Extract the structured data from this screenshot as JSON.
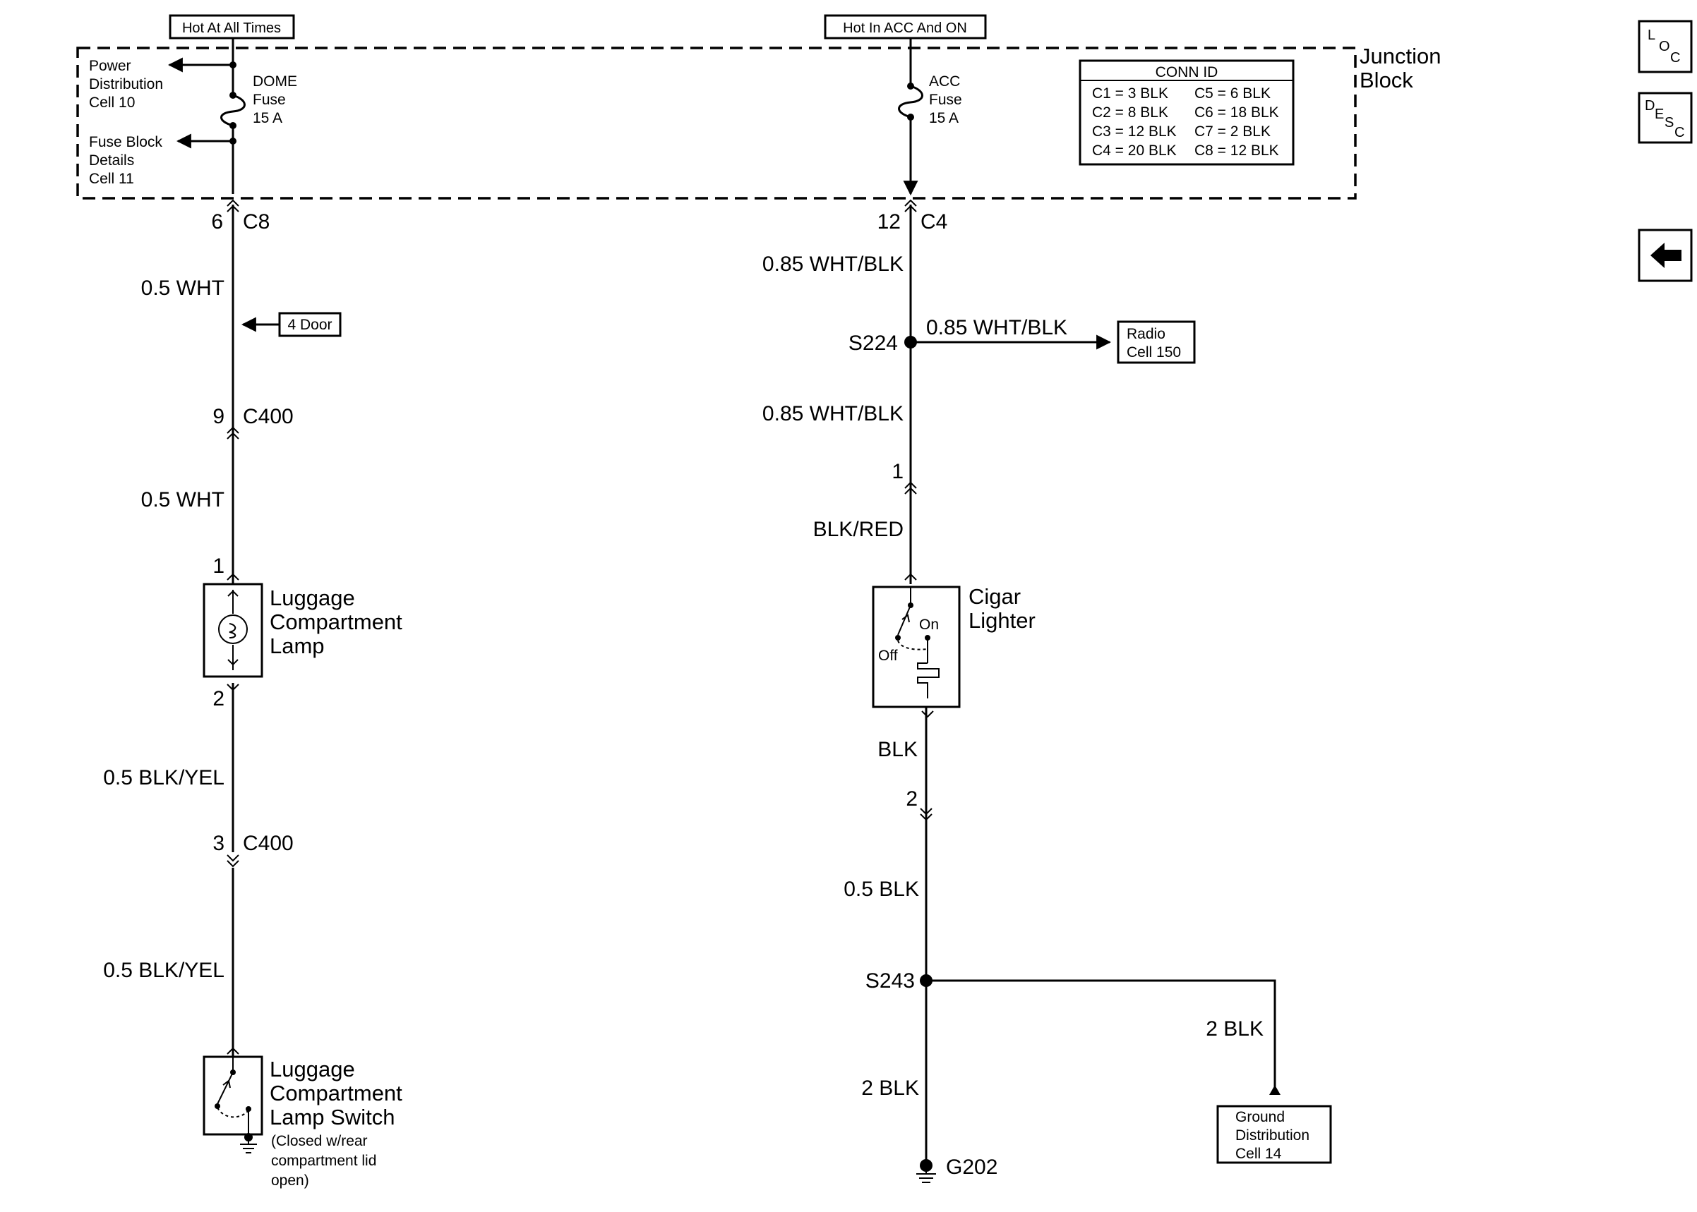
{
  "power_sources": {
    "left": "Hot At All Times",
    "right": "Hot In ACC And ON"
  },
  "junction_block": {
    "title_line1": "Junction",
    "title_line2": "Block",
    "power_dist_ref": [
      "Power",
      "Distribution",
      "Cell 10"
    ],
    "fuse_block_ref": [
      "Fuse Block",
      "Details",
      "Cell 11"
    ],
    "dome_fuse": [
      "DOME",
      "Fuse",
      "15 A"
    ],
    "acc_fuse": [
      "ACC",
      "Fuse",
      "15 A"
    ],
    "conn_id": {
      "header": "CONN ID",
      "rows": [
        [
          "C1 = 3 BLK",
          "C5 = 6 BLK"
        ],
        [
          "C2 = 8 BLK",
          "C6 = 18 BLK"
        ],
        [
          "C3 = 12 BLK",
          "C7 = 2 BLK"
        ],
        [
          "C4 = 20 BLK",
          "C8 = 12 BLK"
        ]
      ]
    }
  },
  "left_circuit": {
    "conn_c8_pin": "6",
    "conn_c8": "C8",
    "wire1": "0.5 WHT",
    "door_ref": "4 Door",
    "conn_c400_pin_a": "9",
    "conn_c400_a": "C400",
    "wire2": "0.5 WHT",
    "lamp_pin_in": "1",
    "lamp_label": [
      "Luggage",
      "Compartment",
      "Lamp"
    ],
    "lamp_pin_out": "2",
    "wire3": "0.5 BLK/YEL",
    "conn_c400_pin_b": "3",
    "conn_c400_b": "C400",
    "wire4": "0.5 BLK/YEL",
    "switch_label": [
      "Luggage",
      "Compartment",
      "Lamp Switch"
    ],
    "switch_note": [
      "(Closed w/rear",
      "compartment lid",
      "open)"
    ]
  },
  "right_circuit": {
    "conn_c4_pin": "12",
    "conn_c4": "C4",
    "wire1": "0.85 WHT/BLK",
    "splice1": "S224",
    "radio_wire": "0.85 WHT/BLK",
    "radio_ref": [
      "Radio",
      "Cell 150"
    ],
    "wire2": "0.85 WHT/BLK",
    "lighter_pin_in": "1",
    "wire3": "BLK/RED",
    "lighter_label": [
      "Cigar",
      "Lighter"
    ],
    "lighter_on": "On",
    "lighter_off": "Off",
    "wire4": "BLK",
    "lighter_pin_out": "2",
    "wire5": "0.5 BLK",
    "splice2": "S243",
    "ground_branch_wire": "2 BLK",
    "ground_ref": [
      "Ground",
      "Distribution",
      "Cell 14"
    ],
    "wire6": "2 BLK",
    "ground": "G202"
  },
  "nav": {
    "loc": [
      "L",
      "O",
      "C"
    ],
    "desc": [
      "D",
      "E",
      "S",
      "C"
    ]
  }
}
